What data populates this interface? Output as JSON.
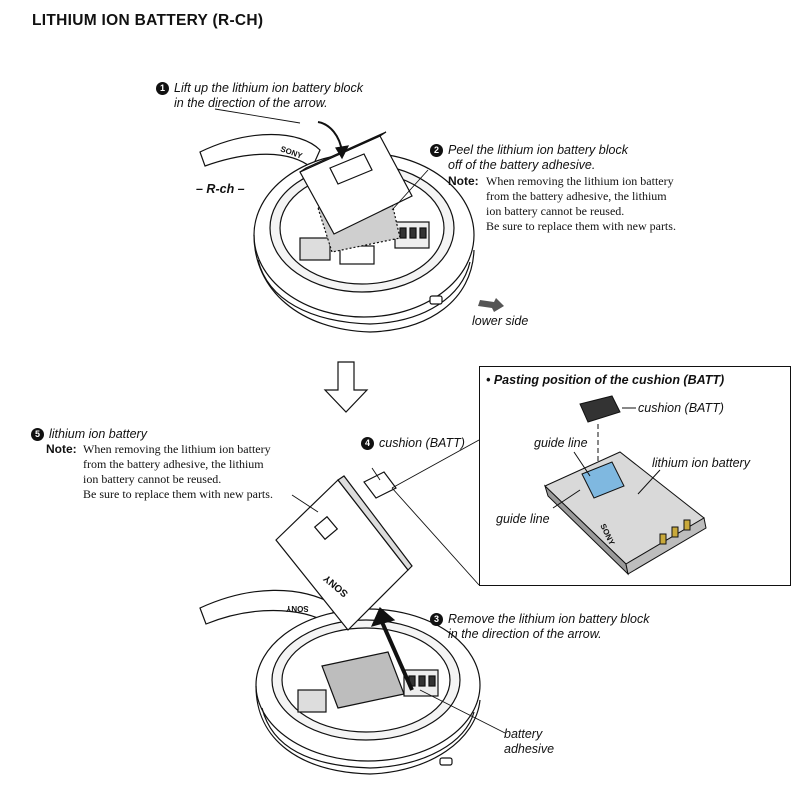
{
  "title": "LITHIUM  ION  BATTERY (R-CH)",
  "step1": {
    "num": "1",
    "line1": "Lift up the lithium ion battery block",
    "line2": "in the direction of the arrow."
  },
  "step2": {
    "num": "2",
    "line1": "Peel the lithium ion battery block",
    "line2": "off of the battery adhesive."
  },
  "note_top": {
    "label": "Note:",
    "lines": [
      "When removing the lithium ion battery",
      "from the battery adhesive, the lithium",
      "ion battery cannot be reused.",
      "Be sure to replace them with new parts."
    ]
  },
  "rch_label": "– R-ch –",
  "lower_side": "lower side",
  "step3": {
    "num": "3",
    "line1": "Remove the lithium ion battery block",
    "line2": "in the direction of the arrow."
  },
  "step4": {
    "num": "4",
    "label": "cushion (BATT)"
  },
  "step5": {
    "num": "5",
    "label": "lithium ion battery"
  },
  "note_bottom": {
    "label": "Note:",
    "lines": [
      "When removing the lithium ion battery",
      "from the battery adhesive, the lithium",
      "ion battery cannot be reused.",
      "Be sure to replace them with new parts."
    ]
  },
  "inset": {
    "title": "• Pasting position of the cushion (BATT)",
    "cushion_label": "cushion (BATT)",
    "guide_line_1": "guide line",
    "guide_line_2": "guide line",
    "battery_label": "lithium ion battery"
  },
  "battery_adhesive_1": "battery",
  "battery_adhesive_2": "adhesive",
  "brand_marks": [
    "SONY",
    "SONY",
    "SONY",
    "SONY"
  ]
}
